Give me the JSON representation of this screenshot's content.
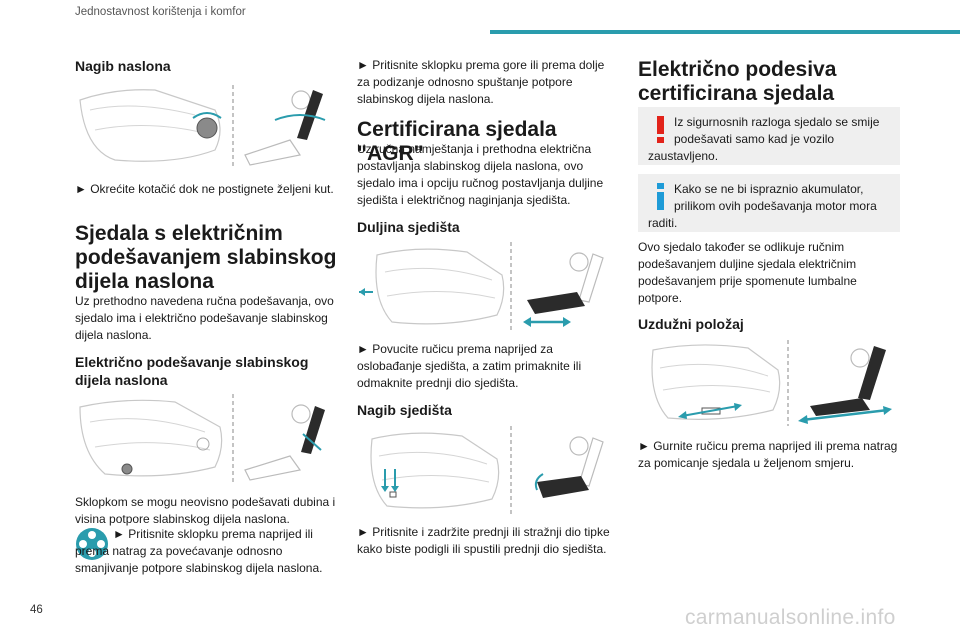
{
  "header": {
    "section": "Jednostavnost korištenja i komfor",
    "page_number": "46"
  },
  "watermark": "carmanualsonline.info",
  "colors": {
    "accent": "#2a9cad",
    "warning": "#e2231a",
    "info": "#1e9bd7",
    "note_bg": "#efefef"
  },
  "col1": {
    "backrest_tilt_title": "Nagib naslona",
    "backrest_tilt_text": "► Okrećite kotačić dok ne postignete željeni kut.",
    "electric_seats_title_l1": "Sjedala s električnim",
    "electric_seats_title_l2": "podešavanjem slabinskog",
    "electric_seats_title_l3": "dijela naslona",
    "electric_seats_text": "Uz prethodno navedena ručna podešavanja, ovo sjedalo ima i električno podešavanje slabinskog dijela naslona.",
    "lumbar_title": "Električno podešavanje slabinskog dijela naslona",
    "lumbar_text1": "Sklopkom se mogu neovisno podešavati dubina i visina potpore slabinskog dijela naslona.",
    "lumbar_text2": "► Pritisnite sklopku prema naprijed ili prema natrag za povećavanje odnosno smanjivanje potpore slabinskog dijela naslona."
  },
  "col2": {
    "lumbar_text3": "► Pritisnite sklopku prema gore ili prema dolje za podizanje odnosno spuštanje potpore slabinskog dijela naslona.",
    "agr_title": "Certificirana sjedala \"AGR\"",
    "agr_text": "Uz ručna namještanja i prethodna električna postavljanja slabinskog dijela naslona, ovo sjedalo ima i opciju ručnog postavljanja duljine sjedišta i električnog naginjanja sjedišta.",
    "length_title": "Duljina sjedišta",
    "length_text": "► Povucite ručicu prema naprijed za oslobađanje sjedišta, a zatim primaknite ili odmaknite prednji dio sjedišta.",
    "tilt_title": "Nagib sjedišta",
    "tilt_text": "► Pritisnite i zadržite prednji ili stražnji dio tipke kako biste podigli ili spustili prednji dio sjedišta."
  },
  "col3": {
    "title_l1": "Električno podesiva",
    "title_l2": "certificirana sjedala \"AGR\"",
    "warning_text": "Iz sigurnosnih razloga sjedalo se smije podešavati samo kad je vozilo zaustavljeno.",
    "info_text": "Kako se ne bi ispraznio akumulator, prilikom ovih podešavanja motor mora raditi.",
    "body_text": "Ovo sjedalo također se odlikuje ručnim podešavanjem duljine sjedala električnim podešavanjem prije spomenute lumbalne potpore.",
    "longitudinal_title": "Uzdužni položaj",
    "longitudinal_text": "► Gurnite ručicu prema naprijed ili prema natrag za pomicanje sjedala u željenom smjeru."
  },
  "icons": {
    "warning": "exclamation-icon",
    "info": "info-icon",
    "lumbar_switch": "four-way-switch-icon"
  }
}
